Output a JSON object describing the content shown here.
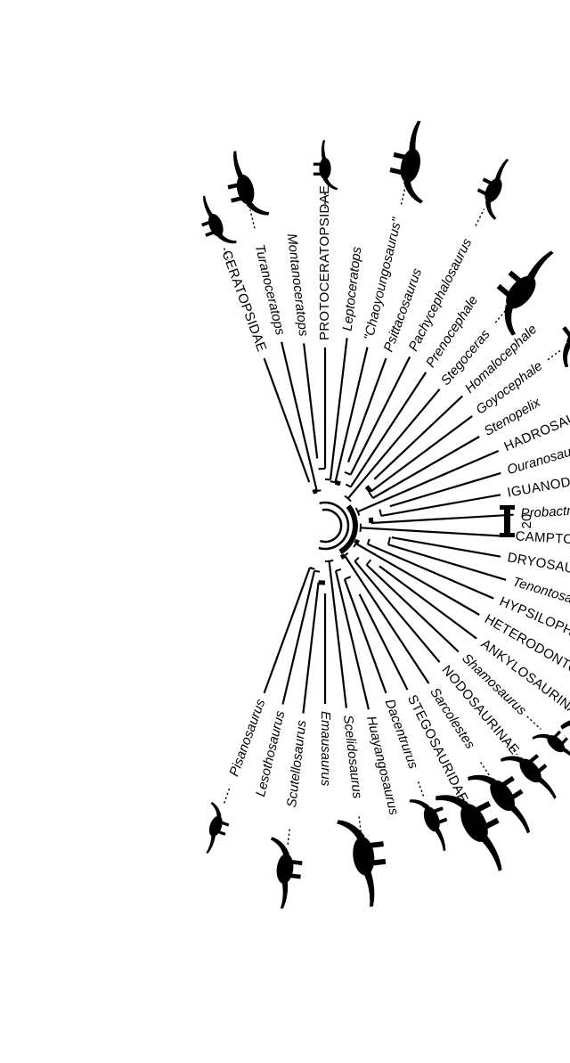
{
  "taxa": [
    {
      "name": "Pisanosaurus",
      "italic": true
    },
    {
      "name": "Lesothosaurus",
      "italic": true
    },
    {
      "name": "Scutellosaurus",
      "italic": true
    },
    {
      "name": "Emausaurus",
      "italic": true
    },
    {
      "name": "Scelidosaurus",
      "italic": true
    },
    {
      "name": "Huayangosaurus",
      "italic": true
    },
    {
      "name": "Dacentrurus",
      "italic": true
    },
    {
      "name": "STEGOSAURIDAE",
      "italic": false
    },
    {
      "name": "Sarcolestes",
      "italic": true
    },
    {
      "name": "NODOSAURINAE",
      "italic": false
    },
    {
      "name": "Shamosaurus",
      "italic": true
    },
    {
      "name": "ANKYLOSAURINAE",
      "italic": false
    },
    {
      "name": "HETERODONTOSAURIDAE",
      "italic": false
    },
    {
      "name": "HYPSILOPHODONTIDAE",
      "italic": false
    },
    {
      "name": "Tenontosaurus",
      "italic": true
    },
    {
      "name": "DRYOSAURIDAE",
      "italic": false
    },
    {
      "name": "CAMPTOSAURIDAE",
      "italic": false
    },
    {
      "name": "Probactrosaurus",
      "italic": true
    },
    {
      "name": "IGUANODONTIDAE",
      "italic": false
    },
    {
      "name": "Ouranosaurus",
      "italic": true
    },
    {
      "name": "HADROSAURIDAE",
      "italic": false
    },
    {
      "name": "Stenopelix",
      "italic": true
    },
    {
      "name": "Goyocephale",
      "italic": true
    },
    {
      "name": "Homalocephale",
      "italic": true
    },
    {
      "name": "Stegoceras",
      "italic": true
    },
    {
      "name": "Prenocephale",
      "italic": true
    },
    {
      "name": "Pachycephalosaurus",
      "italic": true
    },
    {
      "name": "Psittacosaurus",
      "italic": true
    },
    {
      "name": "\"Chaoyoungosaurus\"",
      "italic": true
    },
    {
      "name": "Leptoceratops",
      "italic": true
    },
    {
      "name": "PROTOCERATOPSIDAE",
      "italic": false
    },
    {
      "name": "Montanoceratops",
      "italic": true
    },
    {
      "name": "Turanoceratops",
      "italic": true
    },
    {
      "name": "CERATOPSIDAE",
      "italic": false
    }
  ],
  "scale_bar": {
    "label": "20"
  },
  "colors": {
    "ink": "#000000",
    "background": "#ffffff"
  }
}
